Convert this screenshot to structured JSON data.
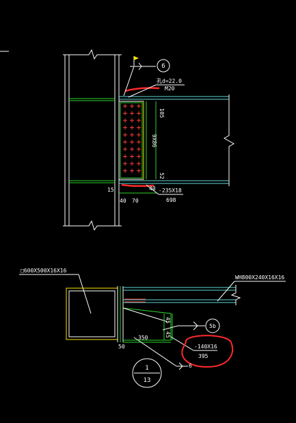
{
  "drawing": {
    "upper_detail": {
      "callout_number": "6",
      "bolt_hole_label": "孔d=22.0",
      "bolt_label": "M20",
      "dim_top": "105",
      "dim_vertical": "9X86",
      "dim_bottom": "52",
      "dim_left": "15",
      "plate_label": "-235X18",
      "plate_length": "698",
      "dim_row": [
        "40",
        "70",
        "40"
      ]
    },
    "lower_detail": {
      "column_label": "□600X500X16X16",
      "beam_label": "WH800X240X16X16",
      "callout_number": "5b",
      "dim_45a": "45",
      "dim_45b": "45",
      "dim_350": "350",
      "dim_50": "50",
      "stiffener_label": "-140X16",
      "stiffener_length": "395",
      "weld_number": "6"
    },
    "section_marker": {
      "top": "1",
      "bottom": "13"
    },
    "colors": {
      "background": "#000000",
      "lines": "#ffffff",
      "green": "#2bd62b",
      "cyan": "#5fd7d7",
      "red_markup": "#ff2a2a",
      "yellow": "#ffe600"
    }
  }
}
